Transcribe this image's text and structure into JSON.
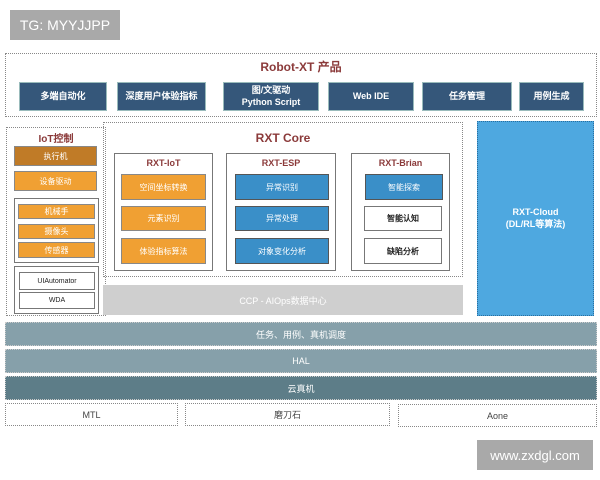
{
  "watermarks": {
    "top": "TG: MYYJJPP",
    "bottom": "www.zxdgl.com"
  },
  "product": {
    "title": "Robot-XT 产品",
    "items": [
      "多端自动化",
      "深度用户体验指标",
      "图/文驱动",
      "Python Script",
      "Web IDE",
      "任务管理",
      "用例生成"
    ]
  },
  "iot": {
    "title": "IoT控制",
    "exec": "执行机",
    "driver": "设备驱动",
    "devices": [
      "机械手",
      "摄像头",
      "传感器"
    ],
    "tools": [
      "UIAutomator",
      "WDA"
    ]
  },
  "core": {
    "title": "RXT Core",
    "modules": [
      {
        "name": "RXT-IoT",
        "items": [
          "空间坐标转换",
          "元素识别",
          "体验指标算法"
        ]
      },
      {
        "name": "RXT-ESP",
        "items": [
          "异常识别",
          "异常处理",
          "对象变化分析"
        ]
      },
      {
        "name": "RXT-Brian",
        "items": [
          "智能探索",
          "智能认知",
          "缺陷分析"
        ]
      }
    ]
  },
  "ccp": "CCP - AIOps数据中心",
  "cloud": {
    "line1": "RXT-Cloud",
    "line2": "(DL/RL等算法)"
  },
  "layers": [
    "任务、用例、真机调度",
    "HAL",
    "云真机"
  ],
  "bottom": [
    "MTL",
    "磨刀石",
    "Aone"
  ],
  "colors": {
    "navy": "#35577a",
    "orange": "#f0a033",
    "blue": "#3a8fc8",
    "cloud": "#4ea8e0"
  }
}
